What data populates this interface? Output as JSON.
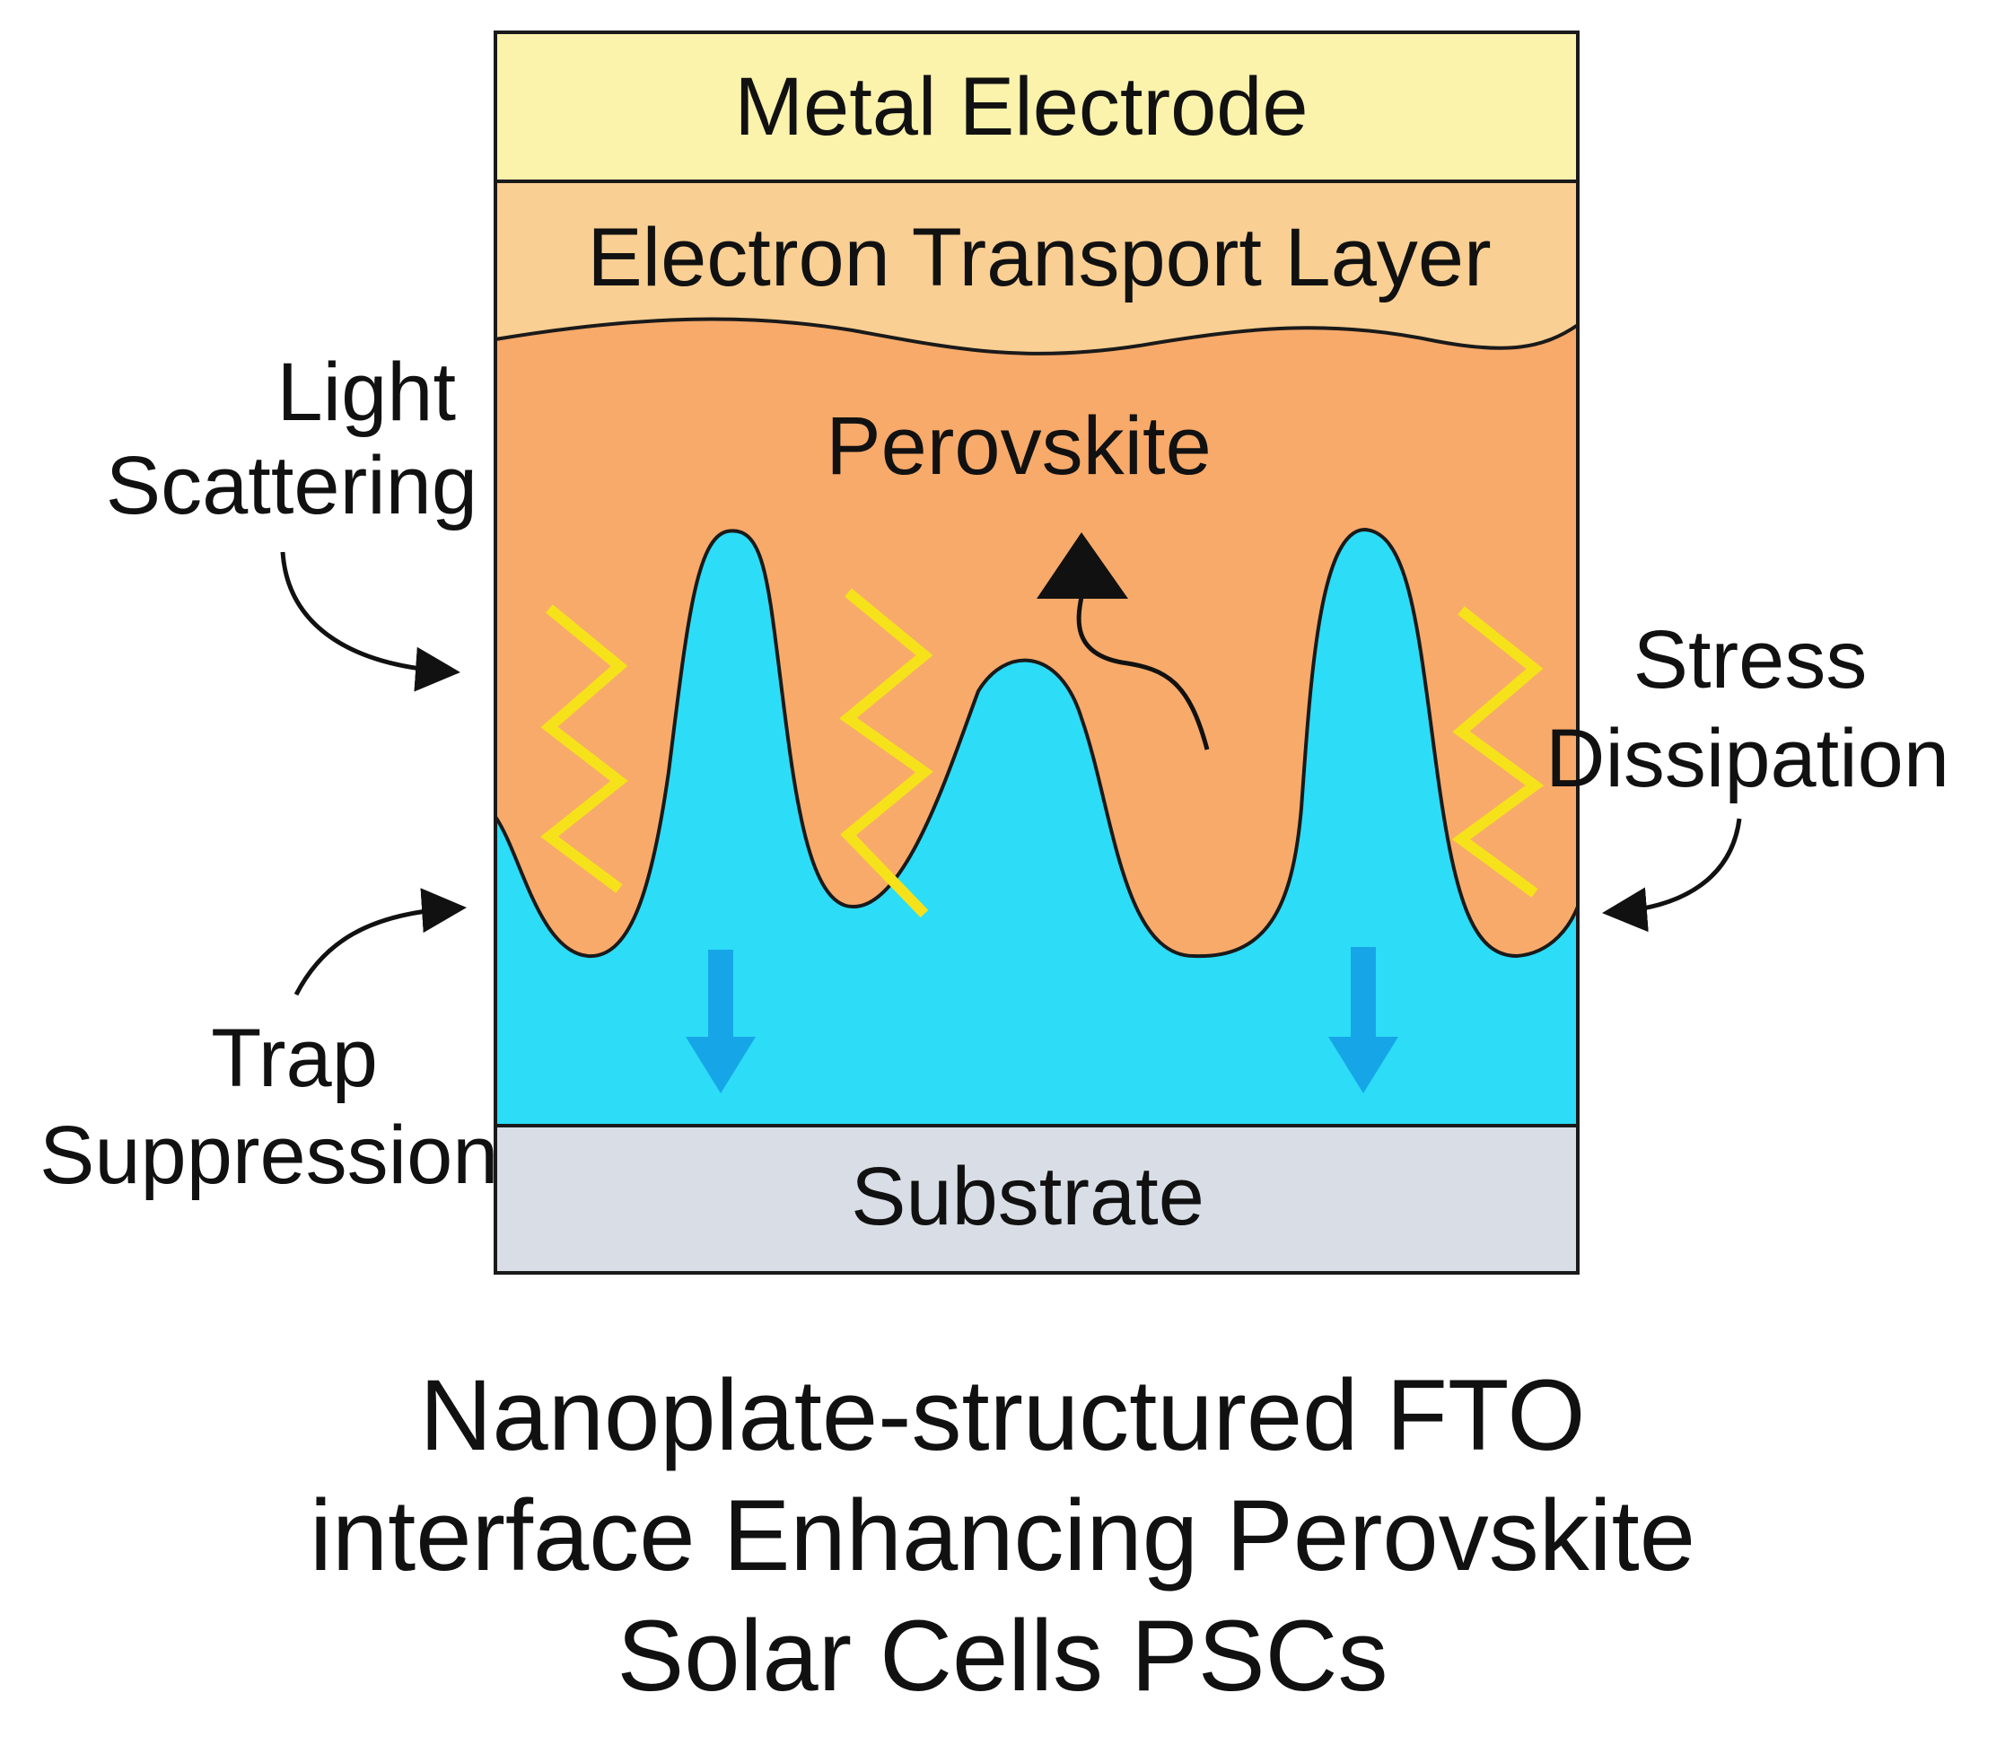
{
  "layers": {
    "metal_electrode": "Metal Electrode",
    "electron_transport_layer": "Electron Transport Layer",
    "perovskite": "Perovskite",
    "substrate": "Substrate"
  },
  "annotations": {
    "light_scattering": [
      "Light",
      "Scattering"
    ],
    "stress_dissipation": [
      "Stress",
      "Dissipation"
    ],
    "trap_suppression": [
      "Trap",
      "Suppression"
    ]
  },
  "caption": [
    "Nanoplate-structured FTO",
    "interface Enhancing Perovskite",
    "Solar Cells PSCs"
  ],
  "colors": {
    "metal_electrode": "#fbf2ac",
    "electron_transport_layer": "#f9cf93",
    "perovskite": "#f8aa6a",
    "fto_nanoplate": "#2ddcf7",
    "substrate": "#d9dee6",
    "zigzag": "#f6e21a",
    "down_arrow": "#16a6e8",
    "outline": "#1a1a1a"
  },
  "icons": {
    "zigzag": "zigzag-icon",
    "down_arrow": "arrow-down-icon",
    "up_arrow": "arrow-up-icon",
    "curved_arrow": "curved-arrow-icon"
  }
}
